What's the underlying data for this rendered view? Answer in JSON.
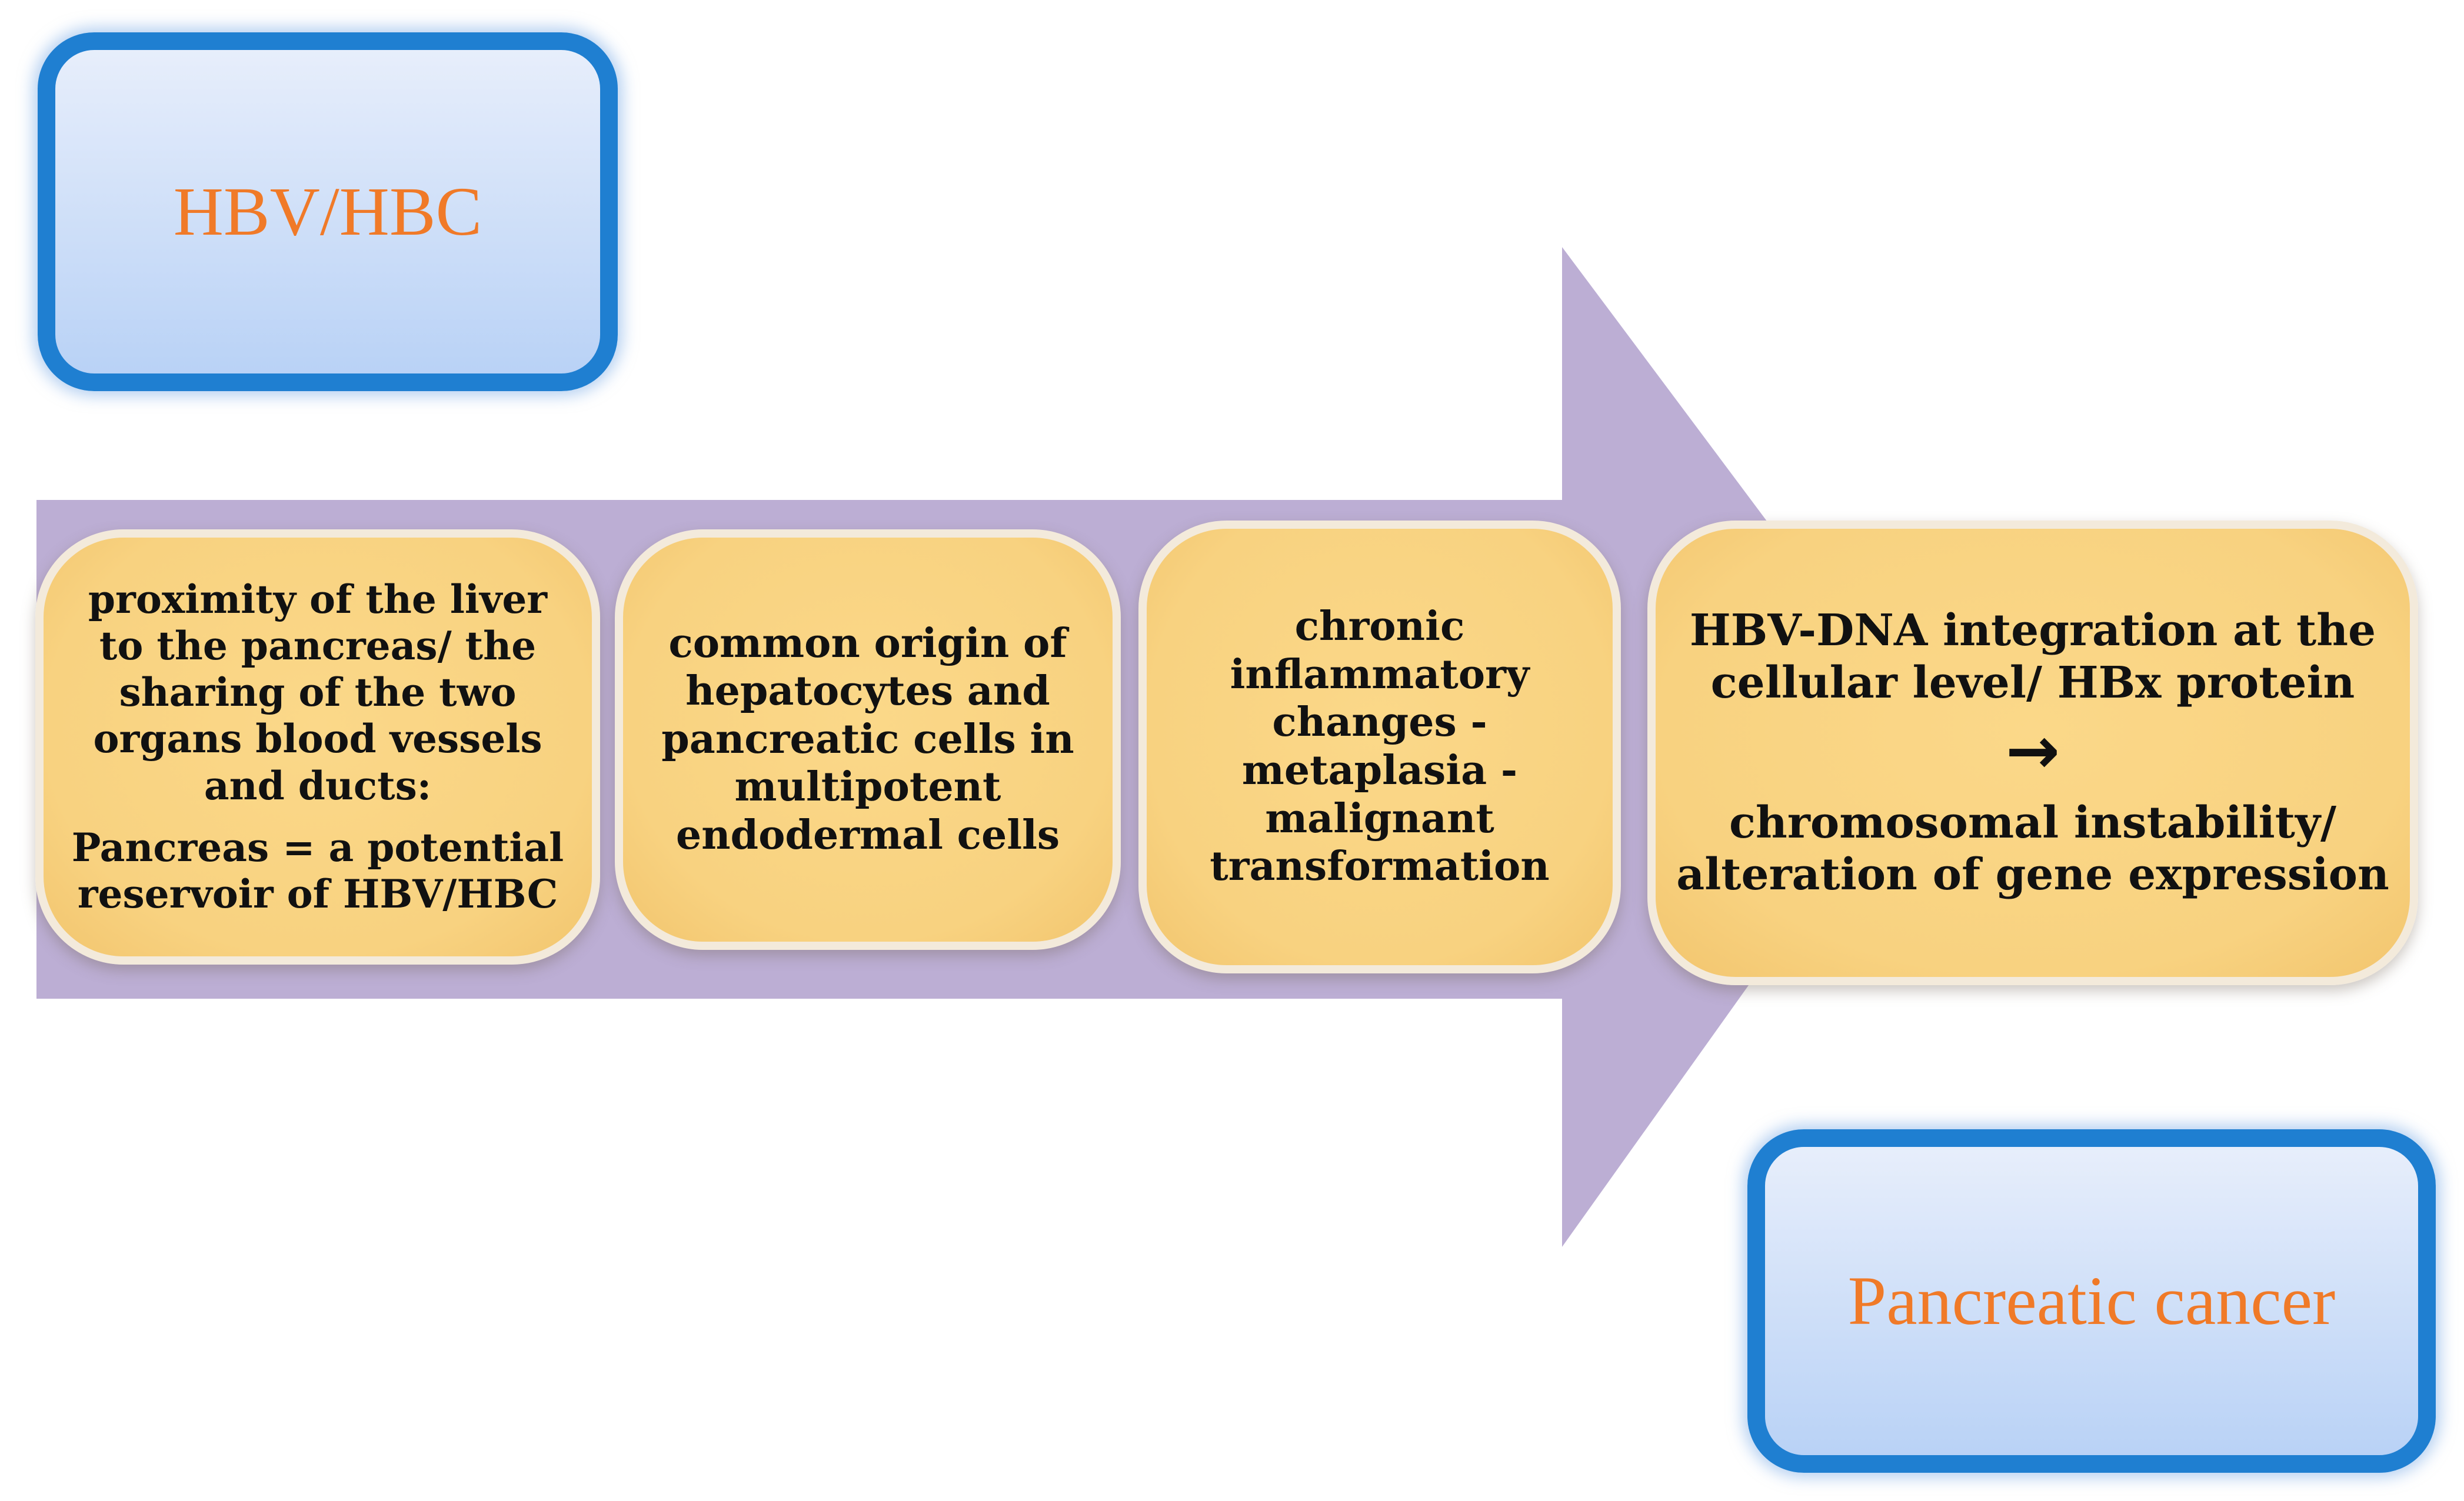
{
  "colors": {
    "arrow_fill": "#bcaed4",
    "box_border": "#1f7fd1",
    "box_label": "#f07a28",
    "step_fill": "#f8d280",
    "step_text": "#111111"
  },
  "source": {
    "label": "HBV/HBC"
  },
  "outcome": {
    "label": "Pancreatic cancer"
  },
  "steps": [
    {
      "lines": [
        "proximity of the liver",
        "to the pancreas/ the",
        "sharing of the two",
        "organs blood vessels",
        "and ducts:",
        "Pancreas = a potential",
        "reservoir of HBV/HBC"
      ]
    },
    {
      "lines": [
        "common origin of",
        "hepatocytes and",
        "pancreatic cells in",
        "multipotent",
        "endodermal cells"
      ]
    },
    {
      "lines": [
        "chronic",
        "inflammatory",
        "changes -",
        "metaplasia -",
        "malignant",
        "transformation"
      ]
    },
    {
      "lines": [
        "HBV-DNA integration at the",
        "cellular level/ HBx protein",
        "→",
        "chromosomal instability/",
        "alteration of gene expression"
      ]
    }
  ]
}
